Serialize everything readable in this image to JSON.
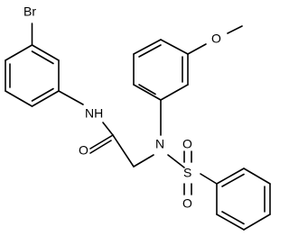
{
  "atoms": {
    "br": "Br",
    "o_methoxy": "O",
    "nh": "NH",
    "n": "N",
    "o_carbonyl": "O",
    "s": "S",
    "o_sulfonyl_top": "O",
    "o_sulfonyl_bottom": "O"
  },
  "colors": {
    "bond": "#000000",
    "text": "#000000",
    "background": "#ffffff"
  }
}
